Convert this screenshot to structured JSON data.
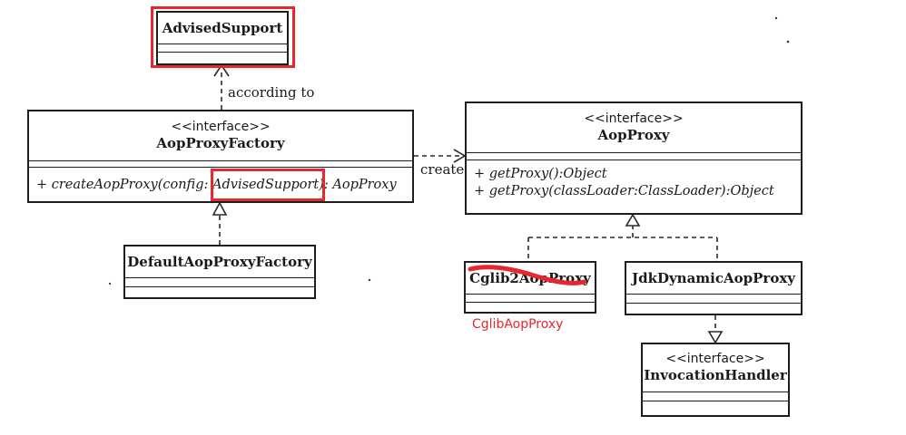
{
  "classes": {
    "advised_support": {
      "name": "AdvisedSupport"
    },
    "aop_proxy_factory": {
      "stereotype": "<<interface>>",
      "name": "AopProxyFactory",
      "methods": [
        {
          "prefix": "+ createAopProxy(config: ",
          "param": "AdvisedSupport",
          "suffix": "): AopProxy"
        }
      ]
    },
    "default_aop_proxy_factory": {
      "name": "DefaultAopProxyFactory"
    },
    "aop_proxy": {
      "stereotype": "<<interface>>",
      "name": "AopProxy",
      "methods": [
        "+ getProxy():Object",
        "+ getProxy(classLoader:ClassLoader):Object"
      ]
    },
    "cglib2_aop_proxy": {
      "name": "Cglib2AopProxy"
    },
    "jdk_dynamic_aop_proxy": {
      "name": "JdkDynamicAopProxy"
    },
    "invocation_handler": {
      "stereotype": "<<interface>>",
      "name": "InvocationHandler"
    }
  },
  "relations": {
    "according_to": "according to",
    "create": "create"
  },
  "annotations": {
    "cglib_note": "CglibAopProxy",
    "highlight_color": "#e8262e"
  }
}
